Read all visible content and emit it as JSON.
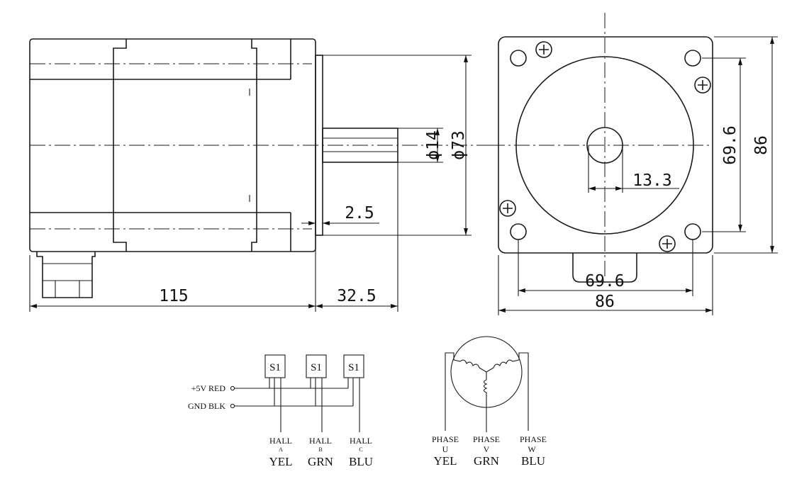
{
  "dimensions": {
    "body_length": "115",
    "shaft_length": "32.5",
    "flange_thickness": "2.5",
    "shaft_diameter": "ϕ14",
    "pilot_diameter": "ϕ73",
    "flat_depth": "13.3",
    "hole_spacing_h": "69.6",
    "hole_spacing_v": "69.6",
    "flange_width": "86",
    "flange_height": "86"
  },
  "hall_wiring": {
    "sensor_label": "S1",
    "supply": "+5V RED",
    "ground": "GND BLK",
    "hall_word": "HALL",
    "outputs": [
      {
        "channel": "A",
        "color": "YEL"
      },
      {
        "channel": "B",
        "color": "GRN"
      },
      {
        "channel": "C",
        "color": "BLU"
      }
    ]
  },
  "phase_wiring": {
    "phase_word": "PHASE",
    "phases": [
      {
        "name": "U",
        "color": "YEL"
      },
      {
        "name": "V",
        "color": "GRN"
      },
      {
        "name": "W",
        "color": "BLU"
      }
    ]
  }
}
